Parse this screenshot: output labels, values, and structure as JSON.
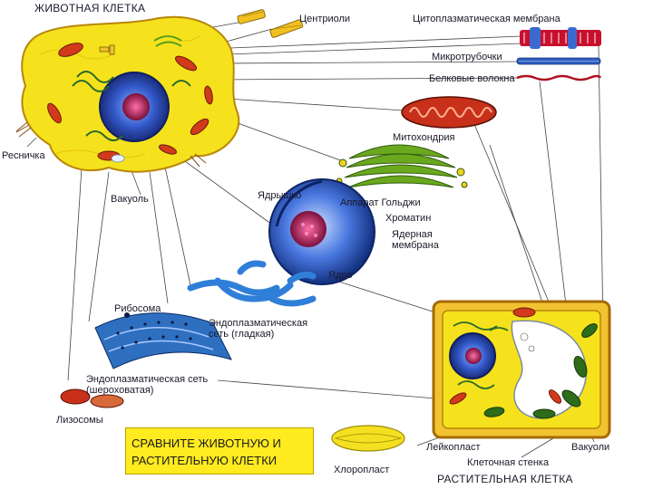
{
  "labels": {
    "animal_cell": "ЖИВОТНАЯ КЛЕТКА",
    "centrioles": "Центриоли",
    "cytoplasmic_membrane": "Цитоплазматическая мембрана",
    "microtubules": "Микротрубочки",
    "protein_fibers": "Белковые волокна",
    "mitochondrion": "Митохондрия",
    "golgi": "Аппарат Гольджи",
    "chromatin": "Хроматин",
    "nuclear_membrane": "Ядерная\nмембрана",
    "nucleus": "Ядро",
    "nucleolus": "Ядрышко",
    "vacuole_left": "Вакуоль",
    "cilium": "Ресничка",
    "ribosome": "Рибосома",
    "smooth_er": "Эндоплазматическая\nсеть (гладкая)",
    "rough_er": "Эндоплазматическая сеть\n(шероховатая)",
    "lysosomes": "Лизосомы",
    "leucoplast": "Лейкопласт",
    "vacuoles_right": "Вакуоли",
    "cell_wall": "Клеточная стенка",
    "chloroplast": "Хлоропласт",
    "plant_cell": "РАСТИТЕЛЬНАЯ КЛЕТКА"
  },
  "caption": "СРАВНИТЕ ЖИВОТНУЮ И\nРАСТИТЕЛЬНУЮ КЛЕТКИ",
  "colors": {
    "cytoplasm": "#f5e21c",
    "cell_outline": "#b8860b",
    "mitochondria": "#d23a1c",
    "nucleus": "#2747b8",
    "nucleolus": "#a0185e",
    "golgi": "#5a9e1c",
    "er": "#2f7fd8",
    "chloroplast": "#2e6b1a",
    "caption_bg": "#ffeb1f",
    "leader_lines": "#444444"
  }
}
